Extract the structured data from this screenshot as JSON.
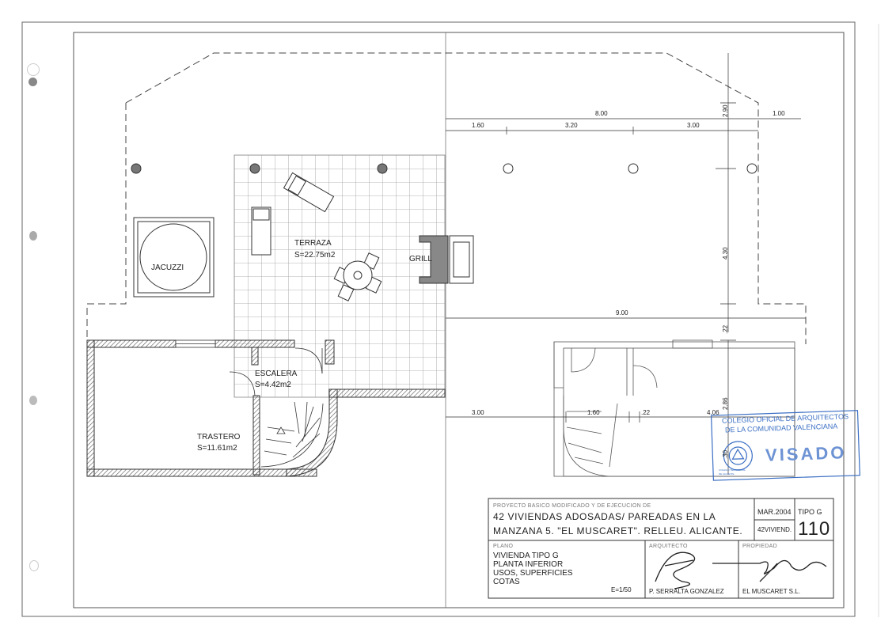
{
  "rooms": {
    "jacuzzi": "JACUZZI",
    "terraza_name": "TERRAZA",
    "terraza_area": "S=22.75m2",
    "grill": "GRILL",
    "escalera_name": "ESCALERA",
    "escalera_area": "S=4.42m2",
    "trastero_name": "TRASTERO",
    "trastero_area": "S=11.61m2"
  },
  "dimensions": {
    "d_8_00": "8.00",
    "d_1_60_top": "1.60",
    "d_3_20": "3.20",
    "d_3_00_top": "3.00",
    "d_2_90": "2.90",
    "d_1_00": "1.00",
    "d_4_30": "4.30",
    "d_9_00": "9.00",
    "d_0_22_v": ".22",
    "d_3_00_bottom": "3.00",
    "d_1_60_bottom": "1.60",
    "d_0_22_h": ".22",
    "d_4_06": "4.06",
    "d_2_86": "2.86",
    "d_0_30": ".30"
  },
  "title_block": {
    "project_label": "PROYECTO BASICO MODIFICADO  Y DE EJECUCION DE",
    "project_line1": "42 VIVIENDAS ADOSADAS/ PAREADAS EN LA",
    "project_line2": "MANZANA 5. \"EL MUSCARET\". RELLEU. ALICANTE.",
    "date": "MAR.2004",
    "tipo": "TIPO G",
    "ref": "42VIVIEND.",
    "sheet_number": "110",
    "plano_label": "PLANO",
    "plano_lines": [
      "VIVIENDA TIPO G",
      "PLANTA INFERIOR",
      "USOS, SUPERFICIES",
      "COTAS"
    ],
    "scale": "E=1/50",
    "arquitecto_label": "ARQUITECTO",
    "arquitecto_name": "P. SERRALTA GONZALEZ",
    "propiedad_label": "PROPIEDAD",
    "propiedad_name": "EL MUSCARET S.L."
  },
  "stamp": {
    "line1": "COLEGIO OFICIAL DE ARQUITECTOS",
    "line2": "DE LA COMUNIDAD VALENCIANA",
    "visado": "VISADO",
    "seal_line1": "COLEGIO TERRITORIAL",
    "seal_line2": "DE ALICANTE"
  },
  "colors": {
    "line": "#4a4a4a",
    "wall_fill": "#8a8a8a",
    "stamp_blue": "#3b6fc4"
  }
}
